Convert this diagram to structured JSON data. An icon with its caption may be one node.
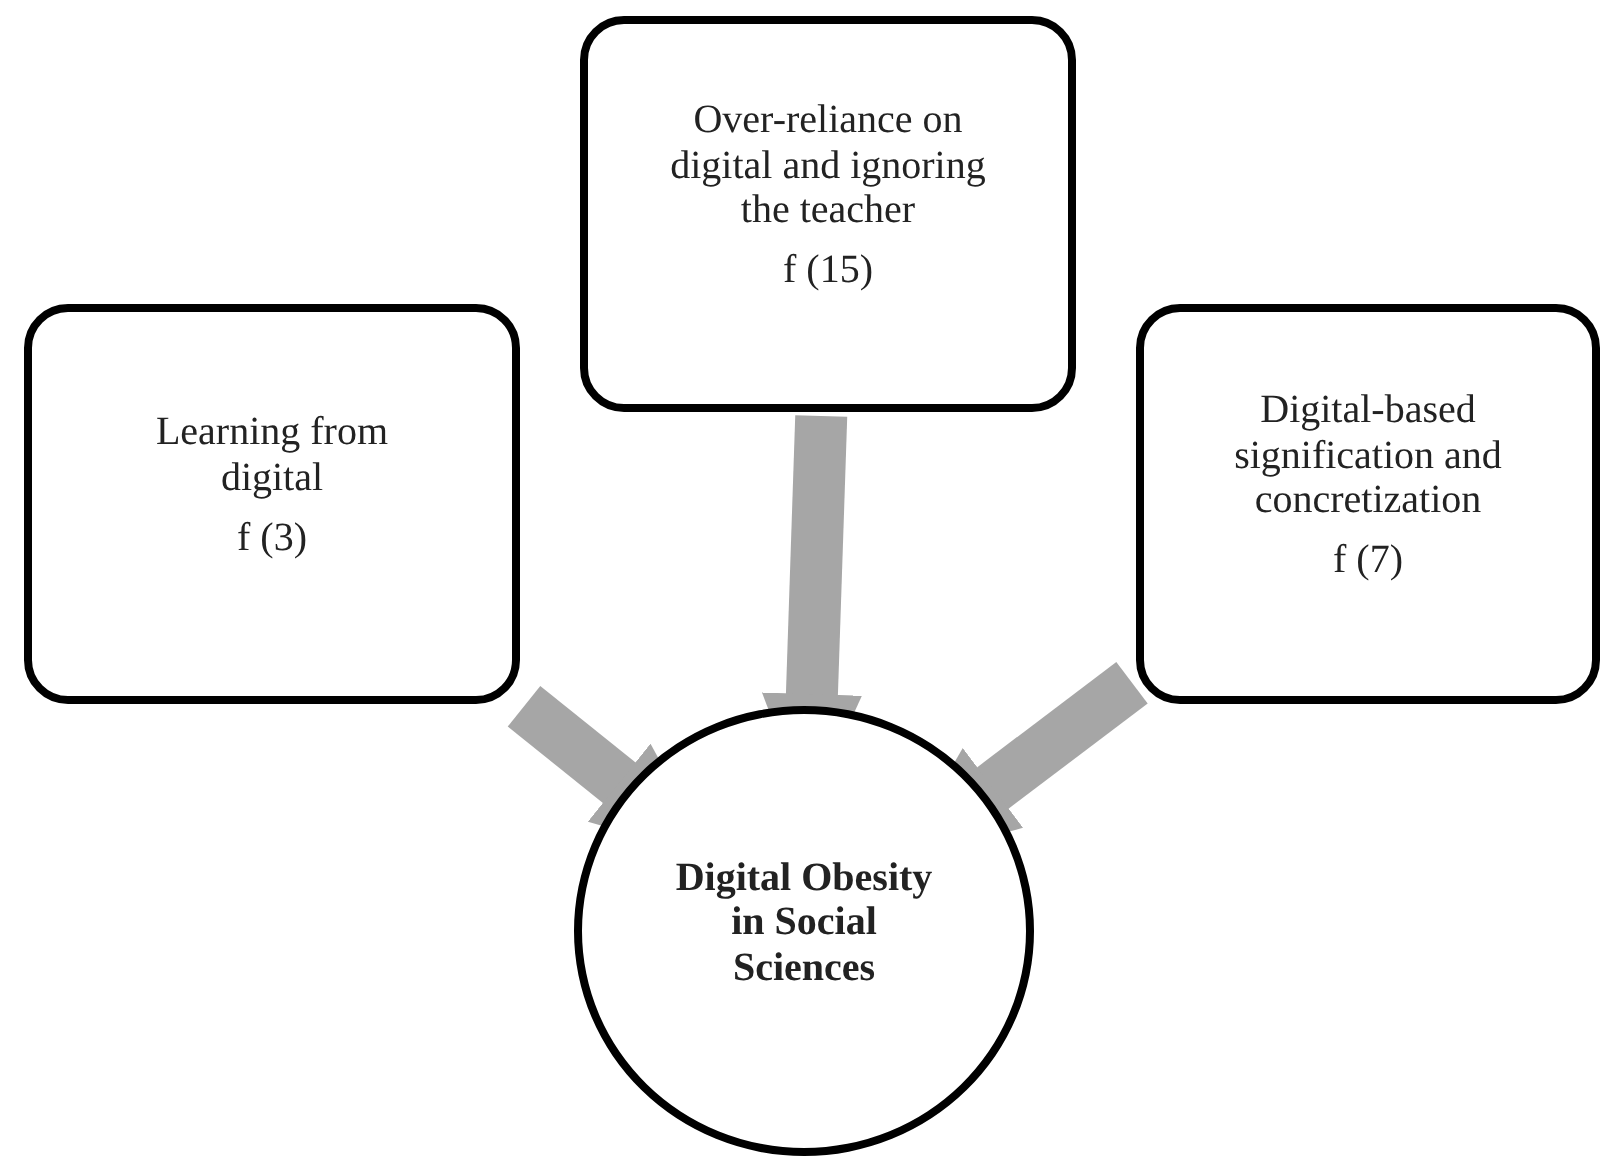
{
  "diagram": {
    "nodes": [
      {
        "text": [
          "Learning from digital",
          "f (3)"
        ]
      },
      {
        "text": [
          "Over-reliance on digital and ignoring the teacher",
          "f (15)"
        ]
      },
      {
        "text": [
          "Digital-based signification and concretization",
          "f (7)"
        ]
      },
      {
        "text": [
          "Digital Obesity in Social Sciences"
        ]
      }
    ],
    "edges": [
      {
        "from": 0,
        "to": 3,
        "arrow": "to"
      },
      {
        "from": 1,
        "to": 3,
        "arrow": "to"
      },
      {
        "from": 2,
        "to": 3,
        "arrow": "to"
      }
    ]
  }
}
